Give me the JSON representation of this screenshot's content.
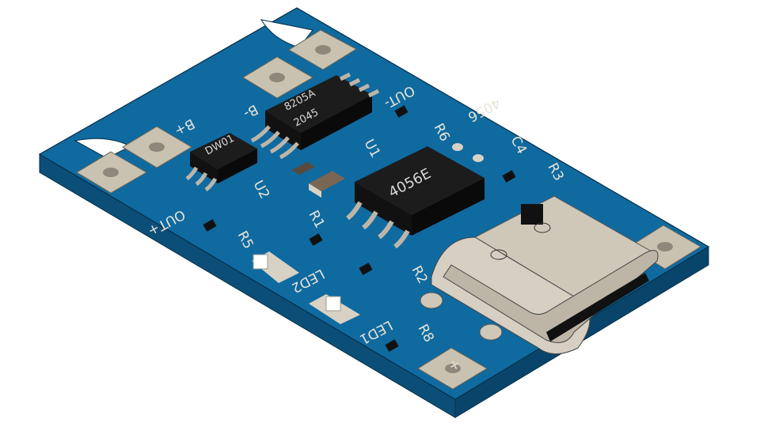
{
  "colors": {
    "board_top": "#0f6aa0",
    "board_side": "#0b4f78",
    "silkscreen": "#e9e4d6",
    "chip": "#1c1c1c",
    "pad": "#c9c2b0",
    "usb_shell": "#cfc7b8"
  },
  "silkscreen": {
    "out_minus": "OUT-",
    "b_minus": "B-",
    "b_plus": "B+",
    "out_plus": "OUT+",
    "u1": "U1",
    "u2": "U2",
    "r6": "R6",
    "c4": "C4",
    "c4_value": "4056",
    "r3": "R3",
    "r1": "R1",
    "r2": "R2",
    "r5": "R5",
    "r8": "R8",
    "led1": "LED1",
    "led2": "LED2",
    "plus": "+"
  },
  "chips": {
    "u1_line1": "8205A",
    "u1_line2": "2045",
    "u2_marking": "DW01",
    "main_marking": "4056E"
  }
}
